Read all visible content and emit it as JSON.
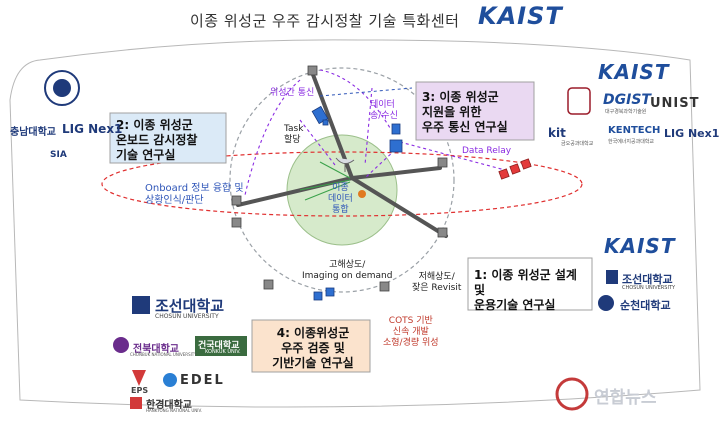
{
  "title": "이종 위성군 우주 감시정찰 기술 특화센터",
  "title_logo": "KAIST",
  "boxes": {
    "box2": "2: 이종 위성군\n온보드 감시정찰\n기술 연구실",
    "box3": "3: 이종 위성군\n지원을 위한\n우주 통신 연구실",
    "box1": "1: 이종 위성군 설계 및\n운용기술 연구실",
    "box4": "4: 이종위성군\n우주 검증 및\n기반기술 연구실"
  },
  "labels": {
    "inter_sat": "위성간 통신",
    "task": "Task\n할당",
    "data_tx": "데이터\n송/수신",
    "data_relay": "Data Relay",
    "onboard": "Onboard 정보 융합 및\n상황인식/판단",
    "fusion": "이종\n데이터\n통합",
    "imaging": "고해상도/\nImaging on demand",
    "revisit": "저해상도/\n잦은 Revisit",
    "cots": "COTS 기반\n신속 개발\n소형/경량 위성"
  },
  "logos": {
    "left": [
      "충남대학교",
      "LIG Nex1",
      "SIA"
    ],
    "right_top_kaist": "KAIST",
    "right_top": [
      "DGIST",
      "UNIST",
      "kit",
      "KENTECH",
      "LIG Nex1"
    ],
    "dgist_sub": "대구경북과학기술원",
    "kit_sub": "금오공과대학교",
    "kentech_sub": "한국에너지공과대학교",
    "right_mid_kaist": "KAIST",
    "chosun_right": "조선대학교",
    "chosun_right_sub": "CHOSUN UNIVERSITY",
    "suncheon": "순천대학교",
    "chosun_bottom": "조선대학교",
    "chosun_bottom_sub": "CHOSUN UNIVERSITY",
    "jeonbuk": "전북대학교",
    "jeonbuk_sub": "CHONBUK NATIONAL UNIVERSITY",
    "ku": "건국대학교",
    "ku_sub": "KONKUK UNIV.",
    "eps": "EPS",
    "edel": "EDEL",
    "hankyong": "한경대학교",
    "hankyong_sub": "HANKYONG NATIONAL UNIV."
  },
  "watermark": "연합뉴스",
  "colors": {
    "purple": "#8a2be2",
    "blue": "#2e55b8",
    "red": "#e03030",
    "kaist": "#1f4e9c",
    "box_border": "#a0a0a0"
  }
}
